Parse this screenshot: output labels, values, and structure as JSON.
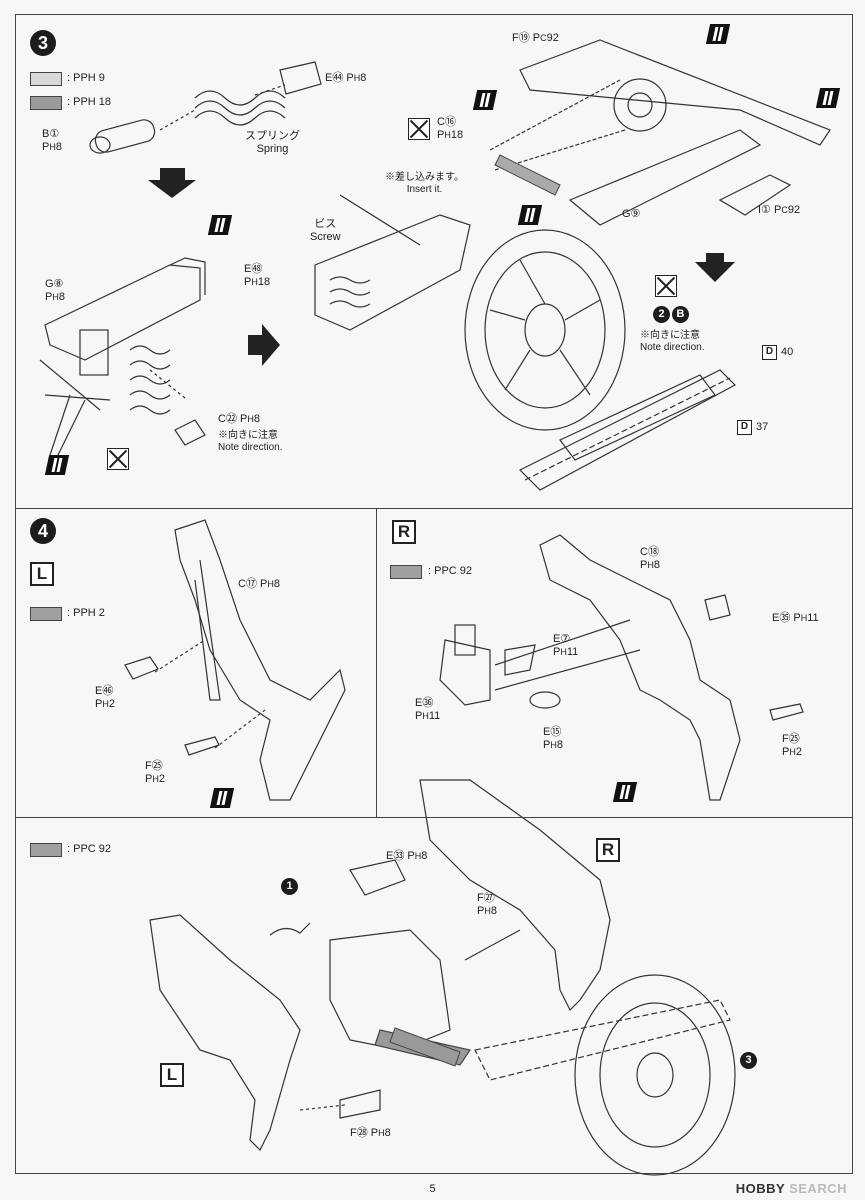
{
  "step3": {
    "number": "3",
    "legend": [
      {
        "code": "PH",
        "num": "9",
        "color": "#d8d8d8"
      },
      {
        "code": "PH",
        "num": "18",
        "color": "#9a9a9a"
      }
    ],
    "labels": {
      "e44": {
        "part": "E㊹",
        "paint": "P",
        "code": "H",
        "num": "8"
      },
      "b1": {
        "part": "B①",
        "paint": "P",
        "code": "H",
        "num": "8"
      },
      "spring_jp": "スプリング",
      "spring_en": "Spring",
      "f19": {
        "part": "F⑲",
        "paint": "P",
        "code": "C",
        "num": "92"
      },
      "c16": {
        "part": "C⑯",
        "paint": "P",
        "code": "H",
        "num": "18"
      },
      "insert_jp": "※差し込みます。",
      "insert_en": "Insert it.",
      "screw_jp": "ビス",
      "screw_en": "Screw",
      "g9": "G⑨",
      "i1": {
        "part": "I①",
        "paint": "P",
        "code": "C",
        "num": "92"
      },
      "g8": {
        "part": "G⑧",
        "paint": "P",
        "code": "H",
        "num": "8"
      },
      "e48": {
        "part": "E㊽",
        "paint": "P",
        "code": "H",
        "num": "18"
      },
      "c22": {
        "part": "C㉒",
        "paint": "P",
        "code": "H",
        "num": "8"
      },
      "note_jp": "※向きに注意",
      "note_en": "Note direction.",
      "note2_jp": "※向きに注意",
      "note2_en": "Note direction.",
      "sub2b_num": "2",
      "sub2b_letter": "B",
      "d40": {
        "box": "D",
        "num": "40"
      },
      "d37": {
        "box": "D",
        "num": "37"
      }
    }
  },
  "step4": {
    "number": "4",
    "side_left": "L",
    "legend": {
      "code": "PH",
      "num": "2",
      "color": "#a0a0a0"
    },
    "labels": {
      "c17": {
        "part": "C⑰",
        "paint": "P",
        "code": "H",
        "num": "8"
      },
      "e46": {
        "part": "E㊻",
        "paint": "P",
        "code": "H",
        "num": "2"
      },
      "f25": {
        "part": "F㉕",
        "paint": "P",
        "code": "H",
        "num": "2"
      }
    }
  },
  "stepR": {
    "side": "R",
    "legend": {
      "code": "PC",
      "num": "92",
      "color": "#a0a0a0"
    },
    "labels": {
      "c18": {
        "part": "C⑱",
        "paint": "P",
        "code": "H",
        "num": "8"
      },
      "e35": {
        "part": "E㉟",
        "paint": "P",
        "code": "H",
        "num": "11"
      },
      "e7": {
        "part": "E⑦",
        "paint": "P",
        "code": "H",
        "num": "11"
      },
      "e36": {
        "part": "E㊱",
        "paint": "P",
        "code": "H",
        "num": "11"
      },
      "e15": {
        "part": "E⑮",
        "paint": "P",
        "code": "H",
        "num": "8"
      },
      "f25": {
        "part": "F㉕",
        "paint": "P",
        "code": "H",
        "num": "2"
      }
    }
  },
  "stepAssembly": {
    "legend": {
      "code": "PC",
      "num": "92",
      "color": "#a0a0a0"
    },
    "side_right": "R",
    "side_left": "L",
    "ref1": "1",
    "ref3": "3",
    "labels": {
      "e33": {
        "part": "E㉝",
        "paint": "P",
        "code": "H",
        "num": "8"
      },
      "f27": {
        "part": "F㉗",
        "paint": "P",
        "code": "H",
        "num": "8"
      },
      "f28": {
        "part": "F㉘",
        "paint": "P",
        "code": "H",
        "num": "8"
      }
    }
  },
  "footer": {
    "page": "5",
    "brand1": "HOBBY",
    "brand2": "SEARCH"
  }
}
